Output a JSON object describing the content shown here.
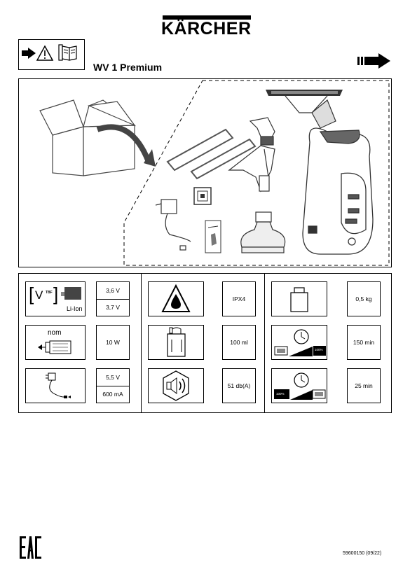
{
  "brand": "KÄRCHER",
  "header": {
    "title": "WV 1 Premium",
    "icons": [
      "arrow-right-icon",
      "warning-icon",
      "manual-book-icon"
    ]
  },
  "specs": [
    {
      "key": "battery",
      "icon_text": {
        "unit": "V",
        "tag": "TBF",
        "chem": "Li-Ion"
      },
      "values": [
        "3,6 V",
        "3,7 V"
      ]
    },
    {
      "key": "waterproof",
      "icon": "water-drop-warning-icon",
      "values": [
        "IPX4"
      ]
    },
    {
      "key": "weight",
      "icon": "weight-icon",
      "values": [
        "0,5 kg"
      ]
    },
    {
      "key": "power",
      "icon_text": {
        "label": "nom"
      },
      "values": [
        "10 W"
      ]
    },
    {
      "key": "tank",
      "icon": "tank-icon",
      "values": [
        "100 ml"
      ]
    },
    {
      "key": "runtime",
      "icon": "runtime-icon",
      "icon_text": {
        "percent": "100%"
      },
      "values": [
        "150 min"
      ]
    },
    {
      "key": "charger",
      "icon": "charger-icon",
      "values": [
        "5,5 V",
        "600 mA"
      ]
    },
    {
      "key": "noise",
      "icon": "sound-icon",
      "values": [
        "51 db(A)"
      ]
    },
    {
      "key": "charge_time",
      "icon": "charge-time-icon",
      "icon_text": {
        "percent": "100%"
      },
      "values": [
        "25 min"
      ]
    }
  ],
  "footer": {
    "mark": "EAC",
    "doc_number": "59600150 (09/22)"
  }
}
